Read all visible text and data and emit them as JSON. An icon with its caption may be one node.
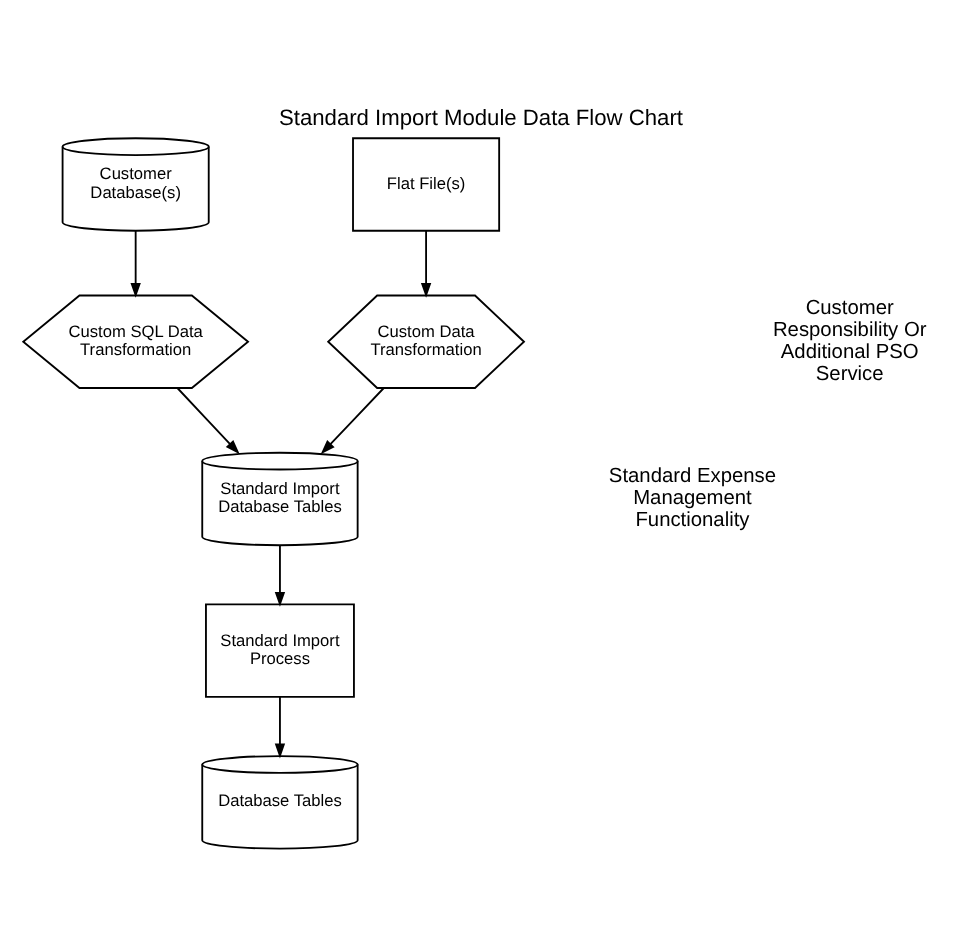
{
  "diagram": {
    "title": "Standard Import Module Data Flow Chart",
    "nodes": [
      {
        "text": [
          "Customer Database(s)"
        ]
      },
      {
        "text": [
          "Flat File(s)"
        ]
      },
      {
        "text": [
          "Custom SQL Data Transformation"
        ]
      },
      {
        "text": [
          "Custom Data Transformation"
        ]
      },
      {
        "text": [
          "Standard Import Database Tables"
        ]
      },
      {
        "text": [
          "Standard Import Process"
        ]
      },
      {
        "text": [
          "Database Tables"
        ]
      }
    ],
    "edges": [
      {
        "from": 0,
        "to": 2,
        "arrow": "to"
      },
      {
        "from": 1,
        "to": 3,
        "arrow": "to"
      },
      {
        "from": 2,
        "to": 4,
        "arrow": "to"
      },
      {
        "from": 3,
        "to": 4,
        "arrow": "to"
      },
      {
        "from": 4,
        "to": 5,
        "arrow": "to"
      },
      {
        "from": 5,
        "to": 6,
        "arrow": "to"
      }
    ],
    "labels": [
      "Customer Responsibility Or Additional PSO Service",
      "Standard Expense Management Functionality"
    ]
  }
}
